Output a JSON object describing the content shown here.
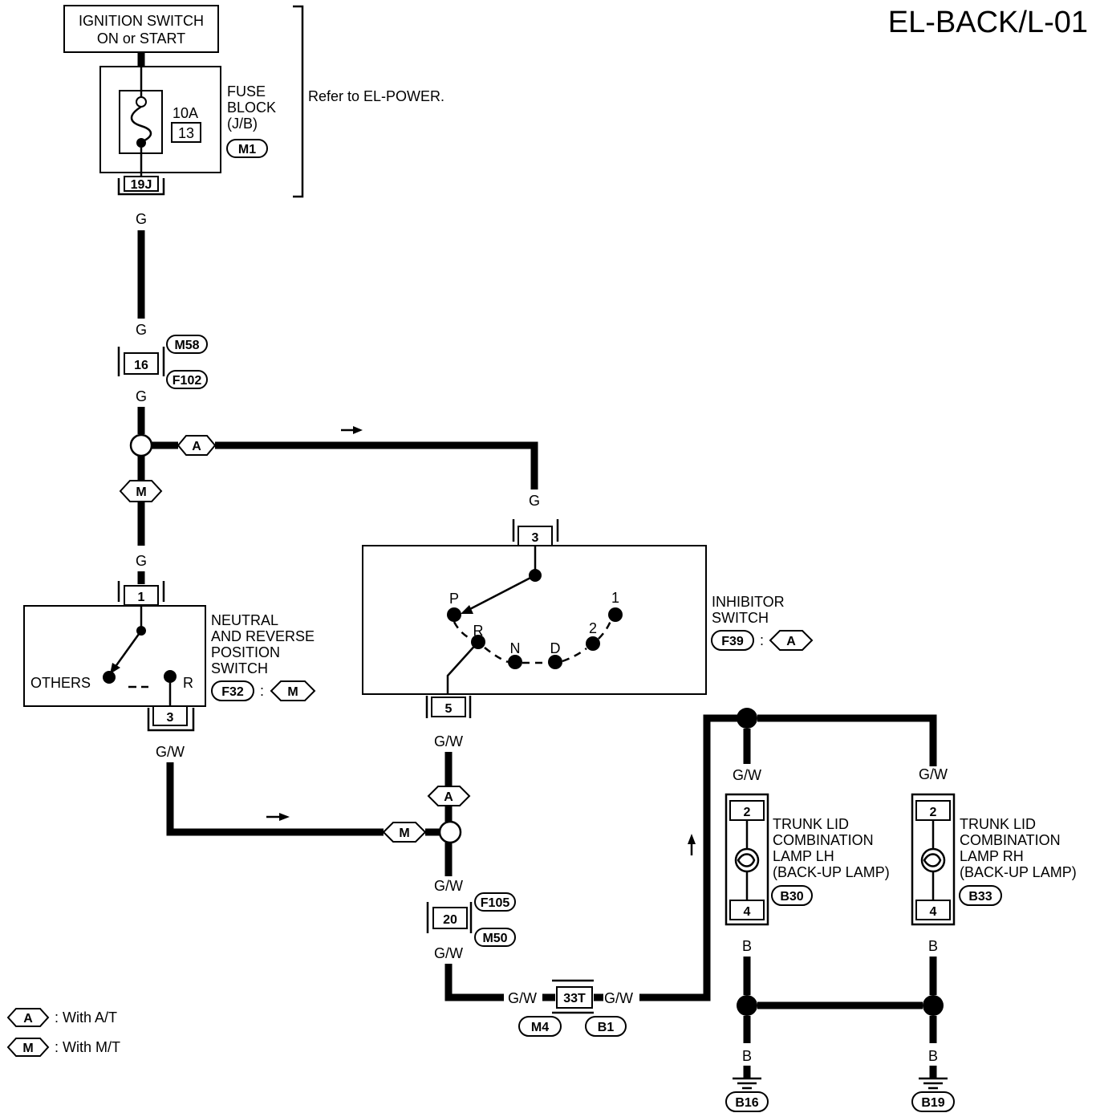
{
  "page_title": "EL-BACK/L-01",
  "ignition": {
    "line1": "IGNITION SWITCH",
    "line2": "ON or START"
  },
  "fuse_block": {
    "amp": "10A",
    "fuse_no": "13",
    "label1": "FUSE",
    "label2": "BLOCK",
    "label3": "(J/B)",
    "conn": "M1",
    "terminal": "19J"
  },
  "refer_note": "Refer to EL-POWER.",
  "wires": {
    "g": "G",
    "gw": "G/W",
    "b": "B"
  },
  "joint_16": {
    "no": "16",
    "top": "M58",
    "bottom": "F102"
  },
  "joint_20": {
    "no": "20",
    "top": "F105",
    "bottom": "M50"
  },
  "joint_33": {
    "no": "33T",
    "left": "M4",
    "right": "B1"
  },
  "tags": {
    "a": "A",
    "m": "M"
  },
  "nrp_switch": {
    "line1": "NEUTRAL",
    "line2": "AND REVERSE",
    "line3": "POSITION",
    "line4": "SWITCH",
    "conn": "F32",
    "sep": ":",
    "pin_in": "1",
    "pin_out": "3",
    "others": "OTHERS",
    "r": "R"
  },
  "inhibitor": {
    "line1": "INHIBITOR",
    "line2": "SWITCH",
    "conn": "F39",
    "sep": ":",
    "pin_in": "3",
    "pin_out": "5",
    "p": "P",
    "r": "R",
    "n": "N",
    "d": "D",
    "two": "2",
    "one": "1"
  },
  "lamp_lh": {
    "line1": "TRUNK LID",
    "line2": "COMBINATION",
    "line3": "LAMP LH",
    "line4": "(BACK-UP LAMP)",
    "conn": "B30",
    "pin_top": "2",
    "pin_bottom": "4"
  },
  "lamp_rh": {
    "line1": "TRUNK LID",
    "line2": "COMBINATION",
    "line3": "LAMP RH",
    "line4": "(BACK-UP LAMP)",
    "conn": "B33",
    "pin_top": "2",
    "pin_bottom": "4"
  },
  "grounds": {
    "left": "B16",
    "right": "B19"
  },
  "legend": [
    {
      "tag": "A",
      "text": ": With A/T"
    },
    {
      "tag": "M",
      "text": ": With M/T"
    }
  ]
}
